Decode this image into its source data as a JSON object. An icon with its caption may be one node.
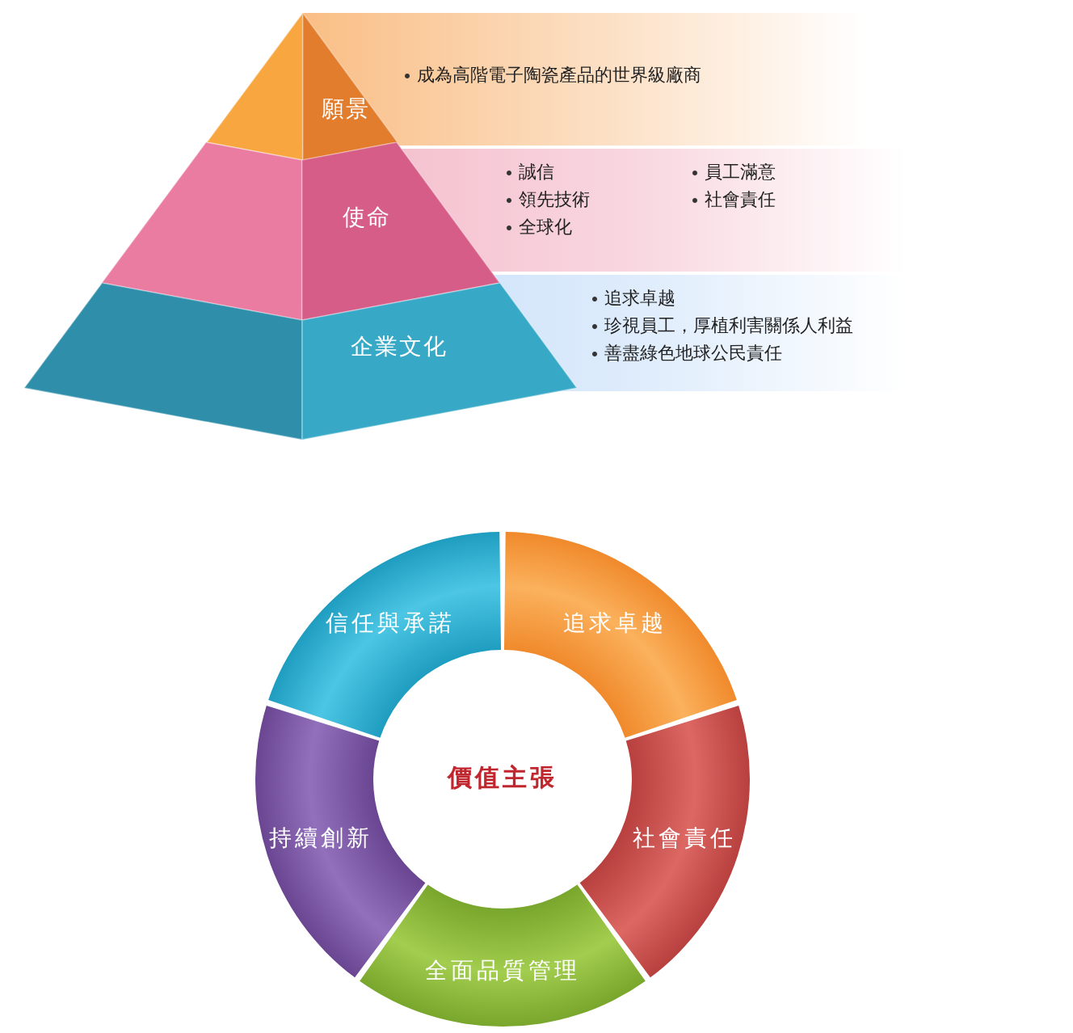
{
  "diagram": {
    "nodes": [
      {
        "text": [
          "願景"
        ],
        "beside": [
          "成為高階電子陶瓷產品的世界級廠商"
        ]
      },
      {
        "text": [
          "使命"
        ],
        "beside": [
          "誠信",
          "領先技術",
          "全球化",
          "員工滿意",
          "社會責任"
        ]
      },
      {
        "text": [
          "企業文化"
        ],
        "beside": [
          "追求卓越",
          "珍視員工，厚植利害關係人利益",
          "善盡綠色地球公民責任"
        ]
      },
      {
        "text": [
          "信任與承諾"
        ]
      },
      {
        "text": [
          "追求卓越"
        ]
      },
      {
        "text": [
          "持續創新"
        ]
      },
      {
        "text": [
          "社會責任"
        ]
      },
      {
        "text": [
          "全面品質管理"
        ]
      }
    ],
    "labels": [
      "價值主張"
    ]
  }
}
